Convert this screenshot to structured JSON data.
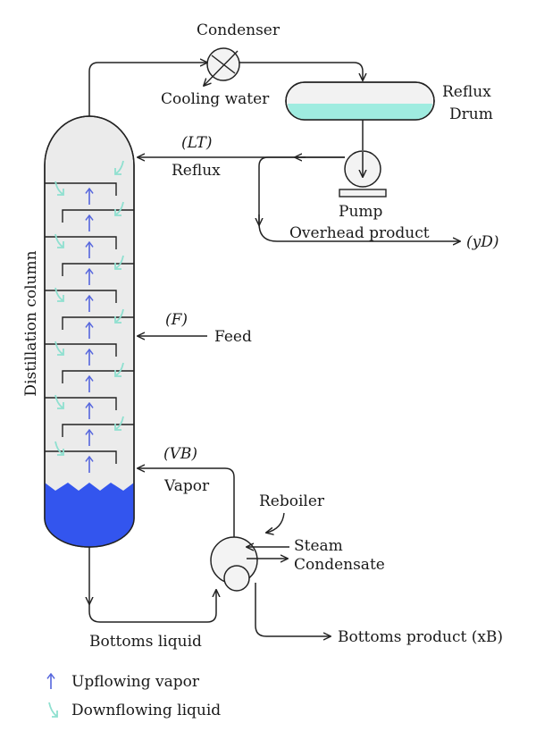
{
  "labels": {
    "condenser": "Condenser",
    "cooling_water": "Cooling water",
    "reflux_drum_1": "Reflux",
    "reflux_drum_2": "Drum",
    "lt": "(LT)",
    "reflux": "Reflux",
    "pump": "Pump",
    "overhead_product": "Overhead product",
    "yd": "(yD)",
    "distillation_column": "Distillation column",
    "f": "(F)",
    "feed": "Feed",
    "vb": "(VB)",
    "vapor": "Vapor",
    "reboiler": "Reboiler",
    "steam": "Steam",
    "condensate": "Condensate",
    "bottoms_liquid": "Bottoms liquid",
    "bottoms_product": "Bottoms product (xB)"
  },
  "legend": {
    "upflowing_vapor": "Upflowing vapor",
    "downflowing_liquid": "Downflowing liquid"
  },
  "colors": {
    "vapor_arrow": "#5566dd",
    "liquid_arrow": "#8fe0d0",
    "column_fill": "#ebebeb",
    "bottom_liquid": "#3355ee",
    "drum_liquid": "#9fece0",
    "line": "#222222"
  }
}
